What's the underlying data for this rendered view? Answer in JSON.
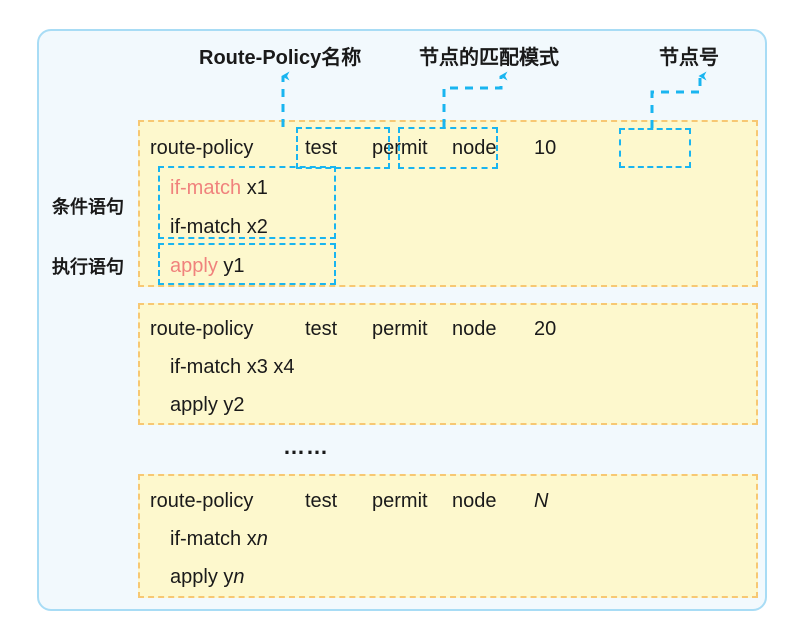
{
  "diagram": {
    "title_labels": [
      {
        "id": "policy-name",
        "text": "Route-Policy名称"
      },
      {
        "id": "match-mode",
        "text": "节点的匹配模式"
      },
      {
        "id": "node-number",
        "text": "节点号"
      }
    ],
    "side_labels": [
      {
        "id": "condition-statement",
        "text": "条件语句"
      },
      {
        "id": "execution-statement",
        "text": "执行语句"
      }
    ],
    "ellipsis": "……",
    "colors": {
      "panel_background": "#f2f9fd",
      "panel_border": "#a8dcf5",
      "block_background": "#fdf8cd",
      "block_border": "#f7c873",
      "highlight_border": "#19b5f0",
      "keyword_red": "#f0827d",
      "text": "#1a1a1a"
    },
    "blocks": [
      {
        "id": "node-10",
        "header": {
          "command": "route-policy",
          "policy_name": "test",
          "match_mode": "permit",
          "node_keyword": "node",
          "node_number": "10"
        },
        "conditions": [
          {
            "keyword": "if-match",
            "operand": "x1",
            "highlight": true
          },
          {
            "keyword": "if-match",
            "operand": "x2",
            "highlight": false
          }
        ],
        "actions": [
          {
            "keyword": "apply",
            "operand": "y1",
            "highlight": true
          }
        ]
      },
      {
        "id": "node-20",
        "header": {
          "command": "route-policy",
          "policy_name": "test",
          "match_mode": "permit",
          "node_keyword": "node",
          "node_number": "20"
        },
        "conditions": [
          {
            "keyword": "if-match",
            "operand": "x3 x4",
            "highlight": false
          }
        ],
        "actions": [
          {
            "keyword": "apply",
            "operand": "y2",
            "highlight": false
          }
        ]
      },
      {
        "id": "node-N",
        "header": {
          "command": "route-policy",
          "policy_name": "test",
          "match_mode": "permit",
          "node_keyword": "node",
          "node_number": "N"
        },
        "conditions": [
          {
            "keyword": "if-match",
            "operand_prefix": "x",
            "operand_italic": "n",
            "highlight": false
          }
        ],
        "actions": [
          {
            "keyword": "apply",
            "operand_prefix": "y",
            "operand_italic": "n",
            "highlight": false
          }
        ]
      }
    ]
  }
}
